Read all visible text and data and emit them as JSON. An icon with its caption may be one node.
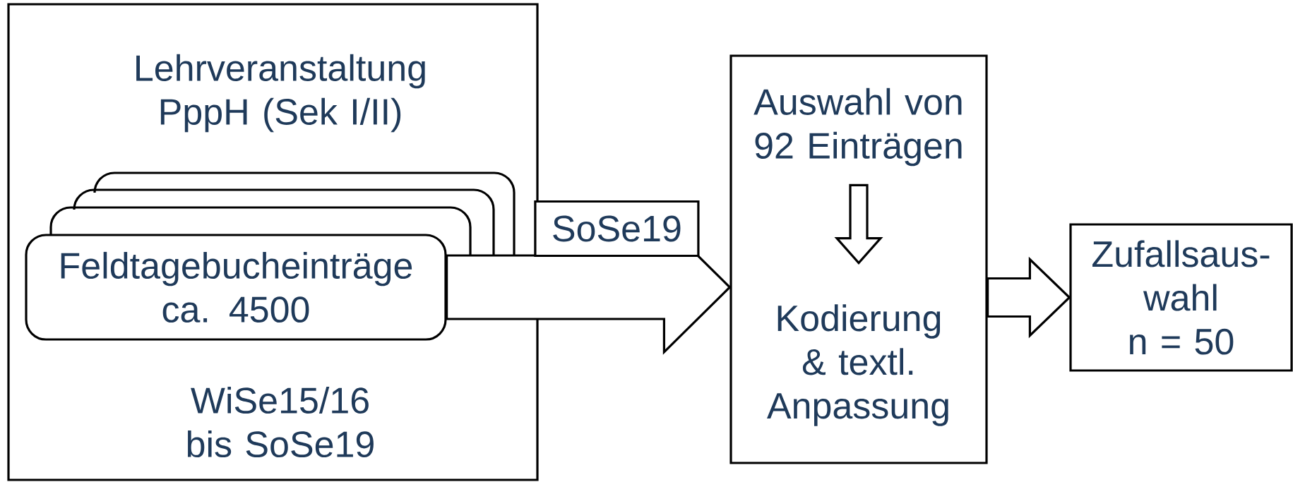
{
  "diagram": {
    "nodes": [
      {
        "text": [
          "Lehrveranstaltung PppH (Sek I/II)",
          "WiSe15/16 bis SoSe19"
        ]
      },
      {
        "text": [
          "Feldtagebucheinträge ca. 4500"
        ],
        "in": 0
      },
      {
        "text": [],
        "shape": "box"
      },
      {
        "text": [
          "Auswahl von 92 Einträgen"
        ],
        "in": 2
      },
      {
        "text": [
          "Kodierung & textl. Anpassung"
        ],
        "in": 2
      },
      {
        "text": [
          "Zufallsaus- wahl n = 50"
        ]
      }
    ],
    "edges": [
      {
        "from": 1,
        "to": 2,
        "arrow": "to",
        "label": "SoSe19"
      },
      {
        "from": 3,
        "to": 4,
        "arrow": "to"
      },
      {
        "from": 2,
        "to": 5,
        "arrow": "to"
      }
    ]
  }
}
